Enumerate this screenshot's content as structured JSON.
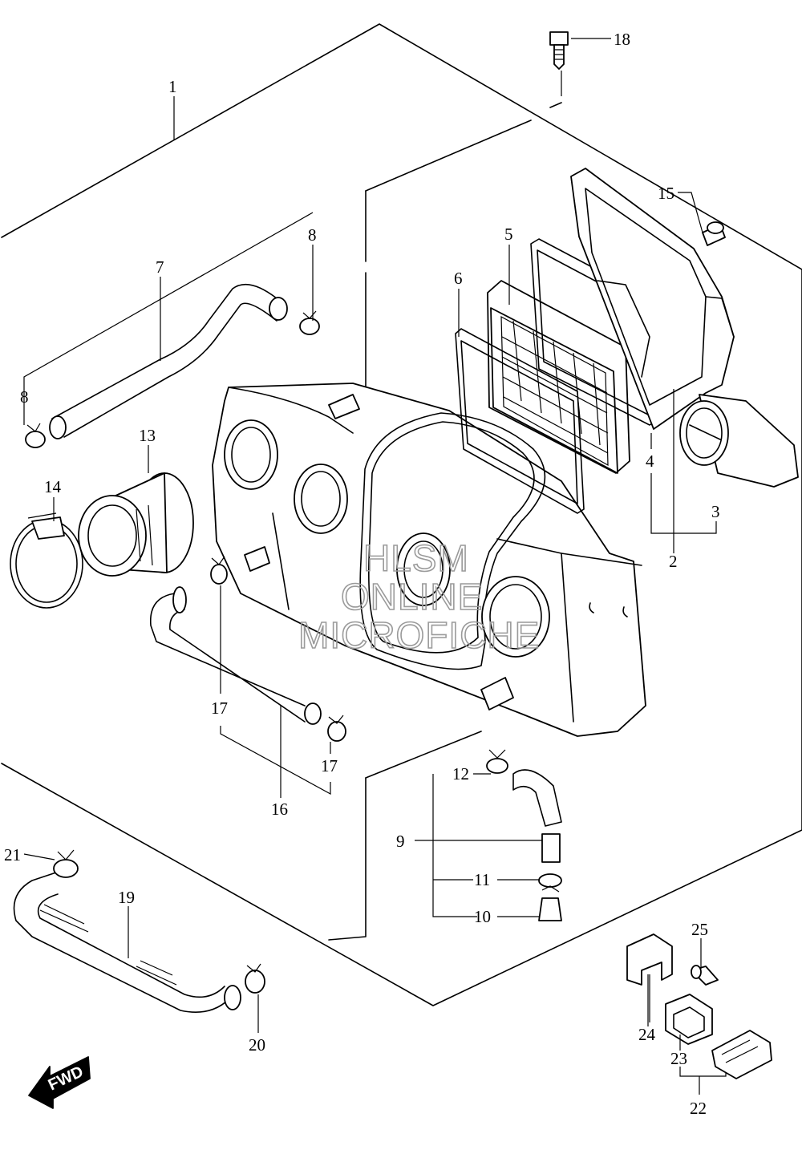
{
  "labels": {
    "p1": "1",
    "p2": "2",
    "p3": "3",
    "p4": "4",
    "p5": "5",
    "p6": "6",
    "p7": "7",
    "p8a": "8",
    "p8b": "8",
    "p9": "9",
    "p10": "10",
    "p11": "11",
    "p12": "12",
    "p13": "13",
    "p14": "14",
    "p15": "15",
    "p16": "16",
    "p17a": "17",
    "p17b": "17",
    "p18": "18",
    "p19": "19",
    "p20": "20",
    "p21": "21",
    "p22": "22",
    "p23": "23",
    "p24": "24",
    "p25": "25"
  },
  "watermark": {
    "line1": "HLSM",
    "line2": "ONLINE",
    "line3": "MICROFICHE"
  },
  "fwd_label": "FWD"
}
